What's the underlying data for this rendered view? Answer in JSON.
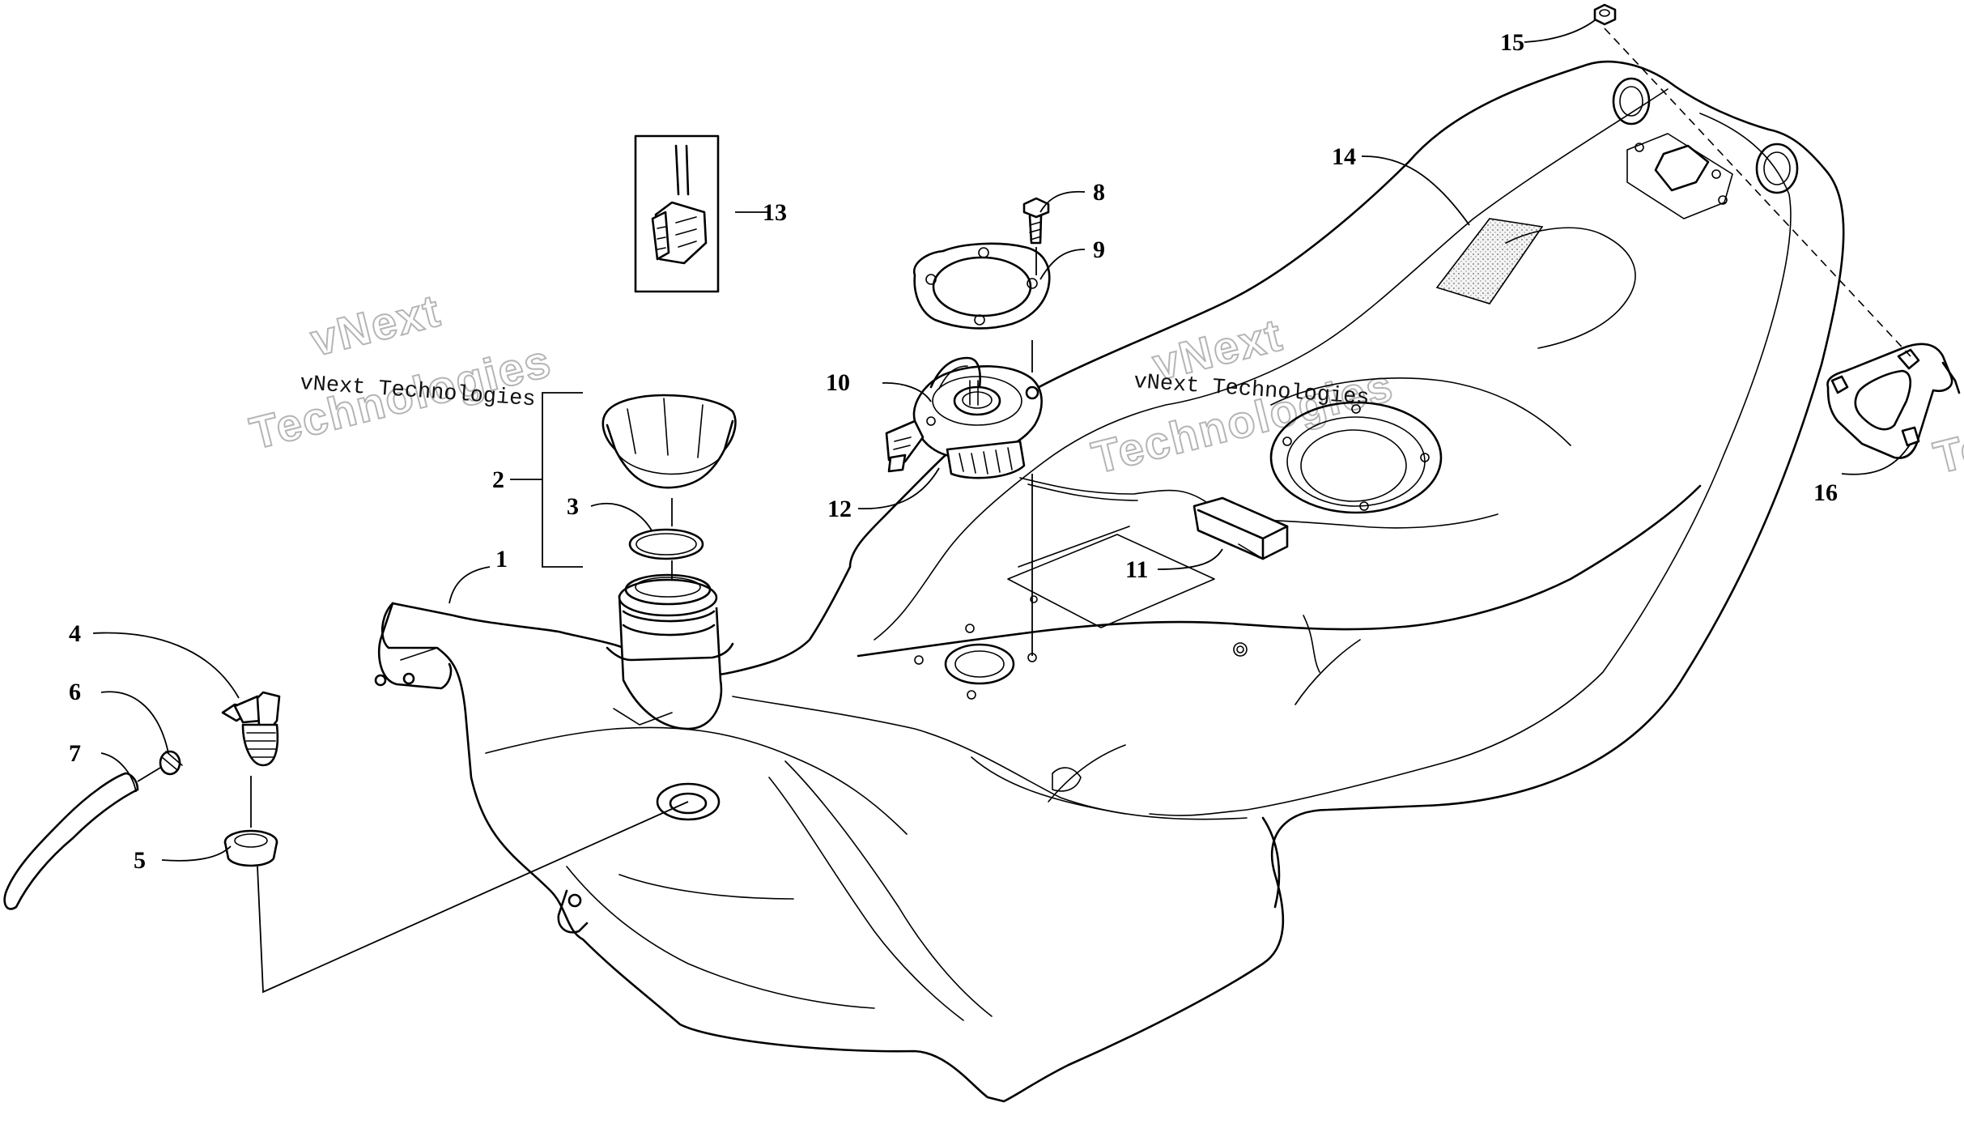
{
  "diagram": {
    "watermark_text": "vNext Technologies",
    "callouts": [
      {
        "id": "1",
        "label": "1"
      },
      {
        "id": "2",
        "label": "2"
      },
      {
        "id": "3",
        "label": "3"
      },
      {
        "id": "4",
        "label": "4"
      },
      {
        "id": "5",
        "label": "5"
      },
      {
        "id": "6",
        "label": "6"
      },
      {
        "id": "7",
        "label": "7"
      },
      {
        "id": "8",
        "label": "8"
      },
      {
        "id": "9",
        "label": "9"
      },
      {
        "id": "10",
        "label": "10"
      },
      {
        "id": "11",
        "label": "11"
      },
      {
        "id": "12",
        "label": "12"
      },
      {
        "id": "13",
        "label": "13"
      },
      {
        "id": "14",
        "label": "14"
      },
      {
        "id": "15",
        "label": "15"
      },
      {
        "id": "16",
        "label": "16"
      }
    ]
  }
}
